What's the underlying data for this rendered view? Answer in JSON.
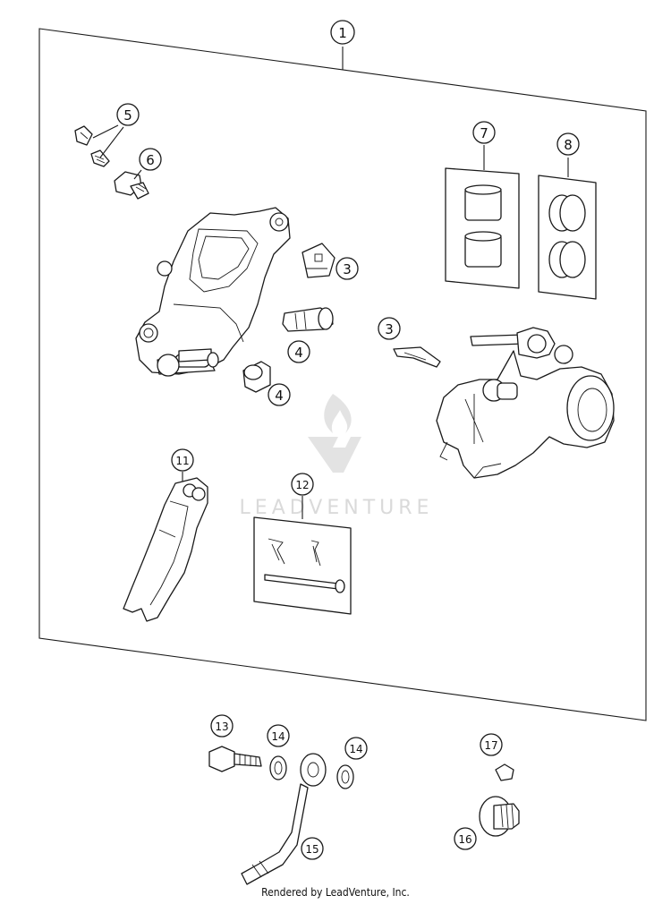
{
  "callouts": [
    {
      "id": "c1",
      "label": "1"
    },
    {
      "id": "c3a",
      "label": "3"
    },
    {
      "id": "c3b",
      "label": "3"
    },
    {
      "id": "c4a",
      "label": "4"
    },
    {
      "id": "c4b",
      "label": "4"
    },
    {
      "id": "c5",
      "label": "5"
    },
    {
      "id": "c6",
      "label": "6"
    },
    {
      "id": "c7",
      "label": "7"
    },
    {
      "id": "c8",
      "label": "8"
    },
    {
      "id": "c11",
      "label": "11"
    },
    {
      "id": "c12",
      "label": "12"
    },
    {
      "id": "c13",
      "label": "13"
    },
    {
      "id": "c14a",
      "label": "14"
    },
    {
      "id": "c14b",
      "label": "14"
    },
    {
      "id": "c15",
      "label": "15"
    },
    {
      "id": "c16",
      "label": "16"
    },
    {
      "id": "c17",
      "label": "17"
    }
  ],
  "watermark": {
    "text": "LEADVENTURE"
  },
  "footer": {
    "text": "Rendered by LeadVenture, Inc."
  }
}
